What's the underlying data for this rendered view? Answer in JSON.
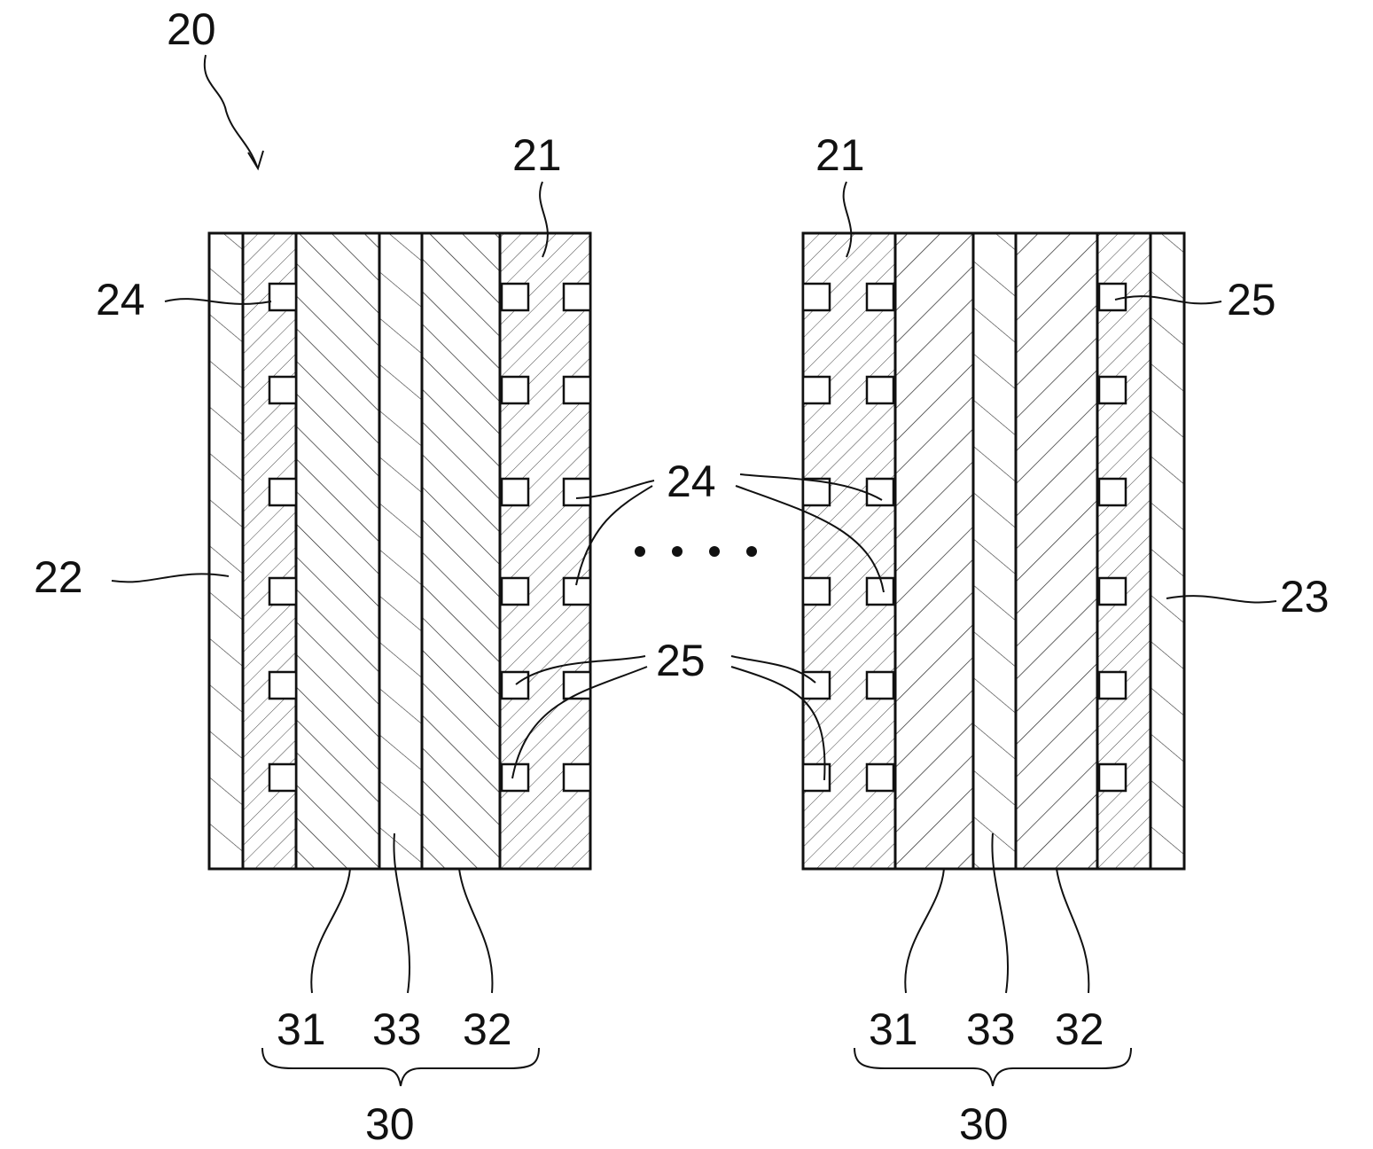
{
  "figure": {
    "assembly_label": "20",
    "labels": {
      "layer_21_left": "21",
      "layer_21_right": "21",
      "electrode_22": "22",
      "electrode_23": "23",
      "cell_24_left": "24",
      "cell_24_center": "24",
      "cell_25_right": "25",
      "cell_25_center": "25",
      "layer_31_left": "31",
      "layer_33_left": "33",
      "layer_32_left": "32",
      "group_30_left": "30",
      "layer_31_right": "31",
      "layer_33_right": "33",
      "layer_32_right": "32",
      "group_30_right": "30"
    },
    "ellipsis_dots": 4
  }
}
